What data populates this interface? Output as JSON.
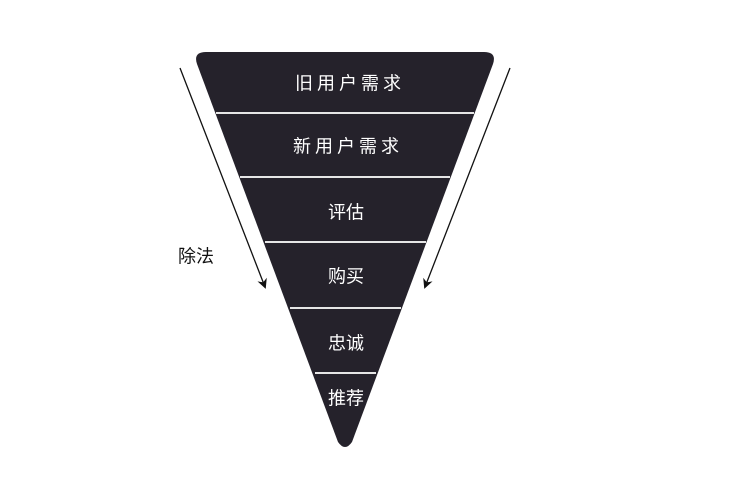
{
  "funnel": {
    "fill_color": "#25222b",
    "divider_color": "#e6e6e6",
    "stages": [
      {
        "label": "旧用户需求"
      },
      {
        "label": "新用户需求"
      },
      {
        "label": "评估"
      },
      {
        "label": "购买"
      },
      {
        "label": "忠诚"
      },
      {
        "label": "推荐"
      }
    ]
  },
  "side_label": "除法"
}
